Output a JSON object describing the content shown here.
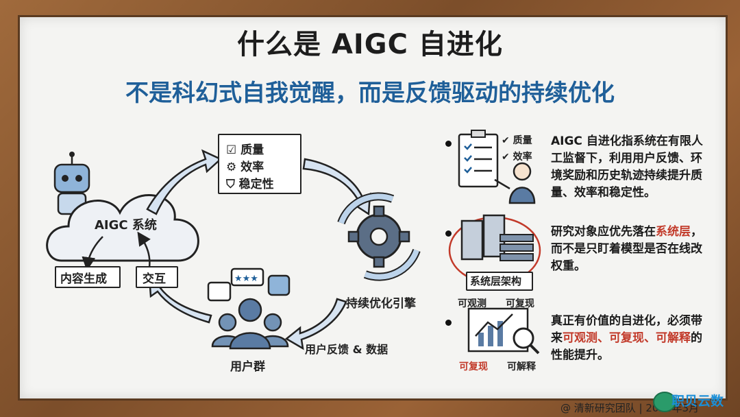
{
  "title": "什么是 AIGC 自进化",
  "subtitle": "不是科幻式自我觉醒，而是反馈驱动的持续优化",
  "diagram": {
    "system_label": "AIGC 系统",
    "content_gen": "内容生成",
    "interaction": "交互",
    "metrics": [
      "质量",
      "效率",
      "稳定性"
    ],
    "engine": "持续优化引擎",
    "feedback": "用户反馈 & 数据",
    "users": "用户群"
  },
  "points": [
    {
      "icon_tags": [
        "质量",
        "效率"
      ],
      "text": "AIGC 自进化指系统在有限人工监督下，利用用户反馈、环境奖励和历史轨迹持续提升质量、效率和稳定性。"
    },
    {
      "icon_tag": "系统层架构",
      "icon_captions": [
        "可观测",
        "可复现"
      ],
      "text_before": "研究对象应优先落在",
      "text_highlight": "系统层",
      "text_after": "，而不是只盯着模型是否在线改权重。"
    },
    {
      "icon_captions": [
        "可复现",
        "可解释"
      ],
      "text_before": "真正有价值的自进化，必须带来",
      "text_highlight": "可观测、可复现、可解释",
      "text_after": "的性能提升。"
    }
  ],
  "credit": "@ 清新研究团队 | 2026年3月",
  "logo_text": "职贝云数",
  "colors": {
    "accent_blue": "#1f5f99",
    "highlight_red": "#c23a2a",
    "arrow_blue": "#bcd3ea"
  }
}
